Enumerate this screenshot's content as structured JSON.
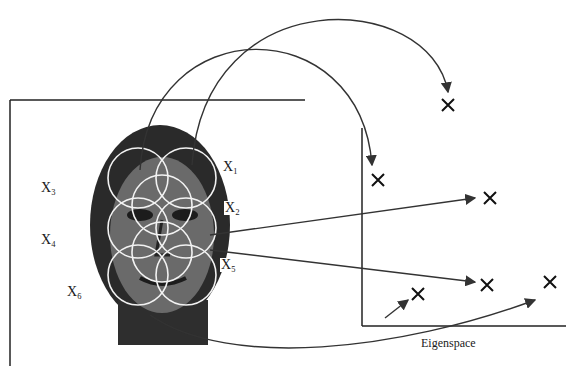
{
  "diagram": {
    "labels": [
      "X₃",
      "X₁",
      "X₂",
      "X₄",
      "X₅",
      "X₆",
      "Eigenspace"
    ]
  }
}
